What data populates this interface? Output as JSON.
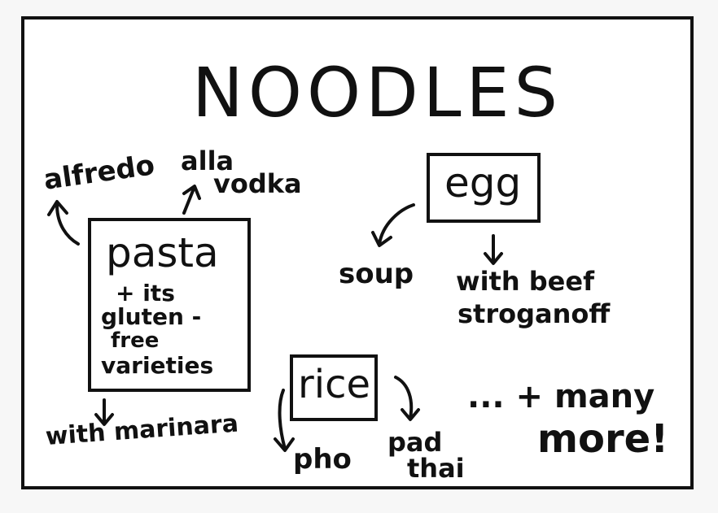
{
  "title": "NOODLES",
  "pasta": {
    "label": "pasta",
    "sub_lines": [
      "+ its",
      "gluten -",
      "free",
      "varieties"
    ],
    "branches": [
      "alfredo",
      "alla",
      "vodka",
      "with marinara"
    ]
  },
  "egg": {
    "label": "egg",
    "branches": [
      "soup",
      "with beef",
      "stroganoff"
    ]
  },
  "rice": {
    "label": "rice",
    "branches": [
      "pho",
      "pad",
      "thai"
    ]
  },
  "footer": {
    "line1": "... + many",
    "line2": "more!"
  },
  "colors": {
    "ink": "#111111",
    "paper": "#ffffff"
  }
}
